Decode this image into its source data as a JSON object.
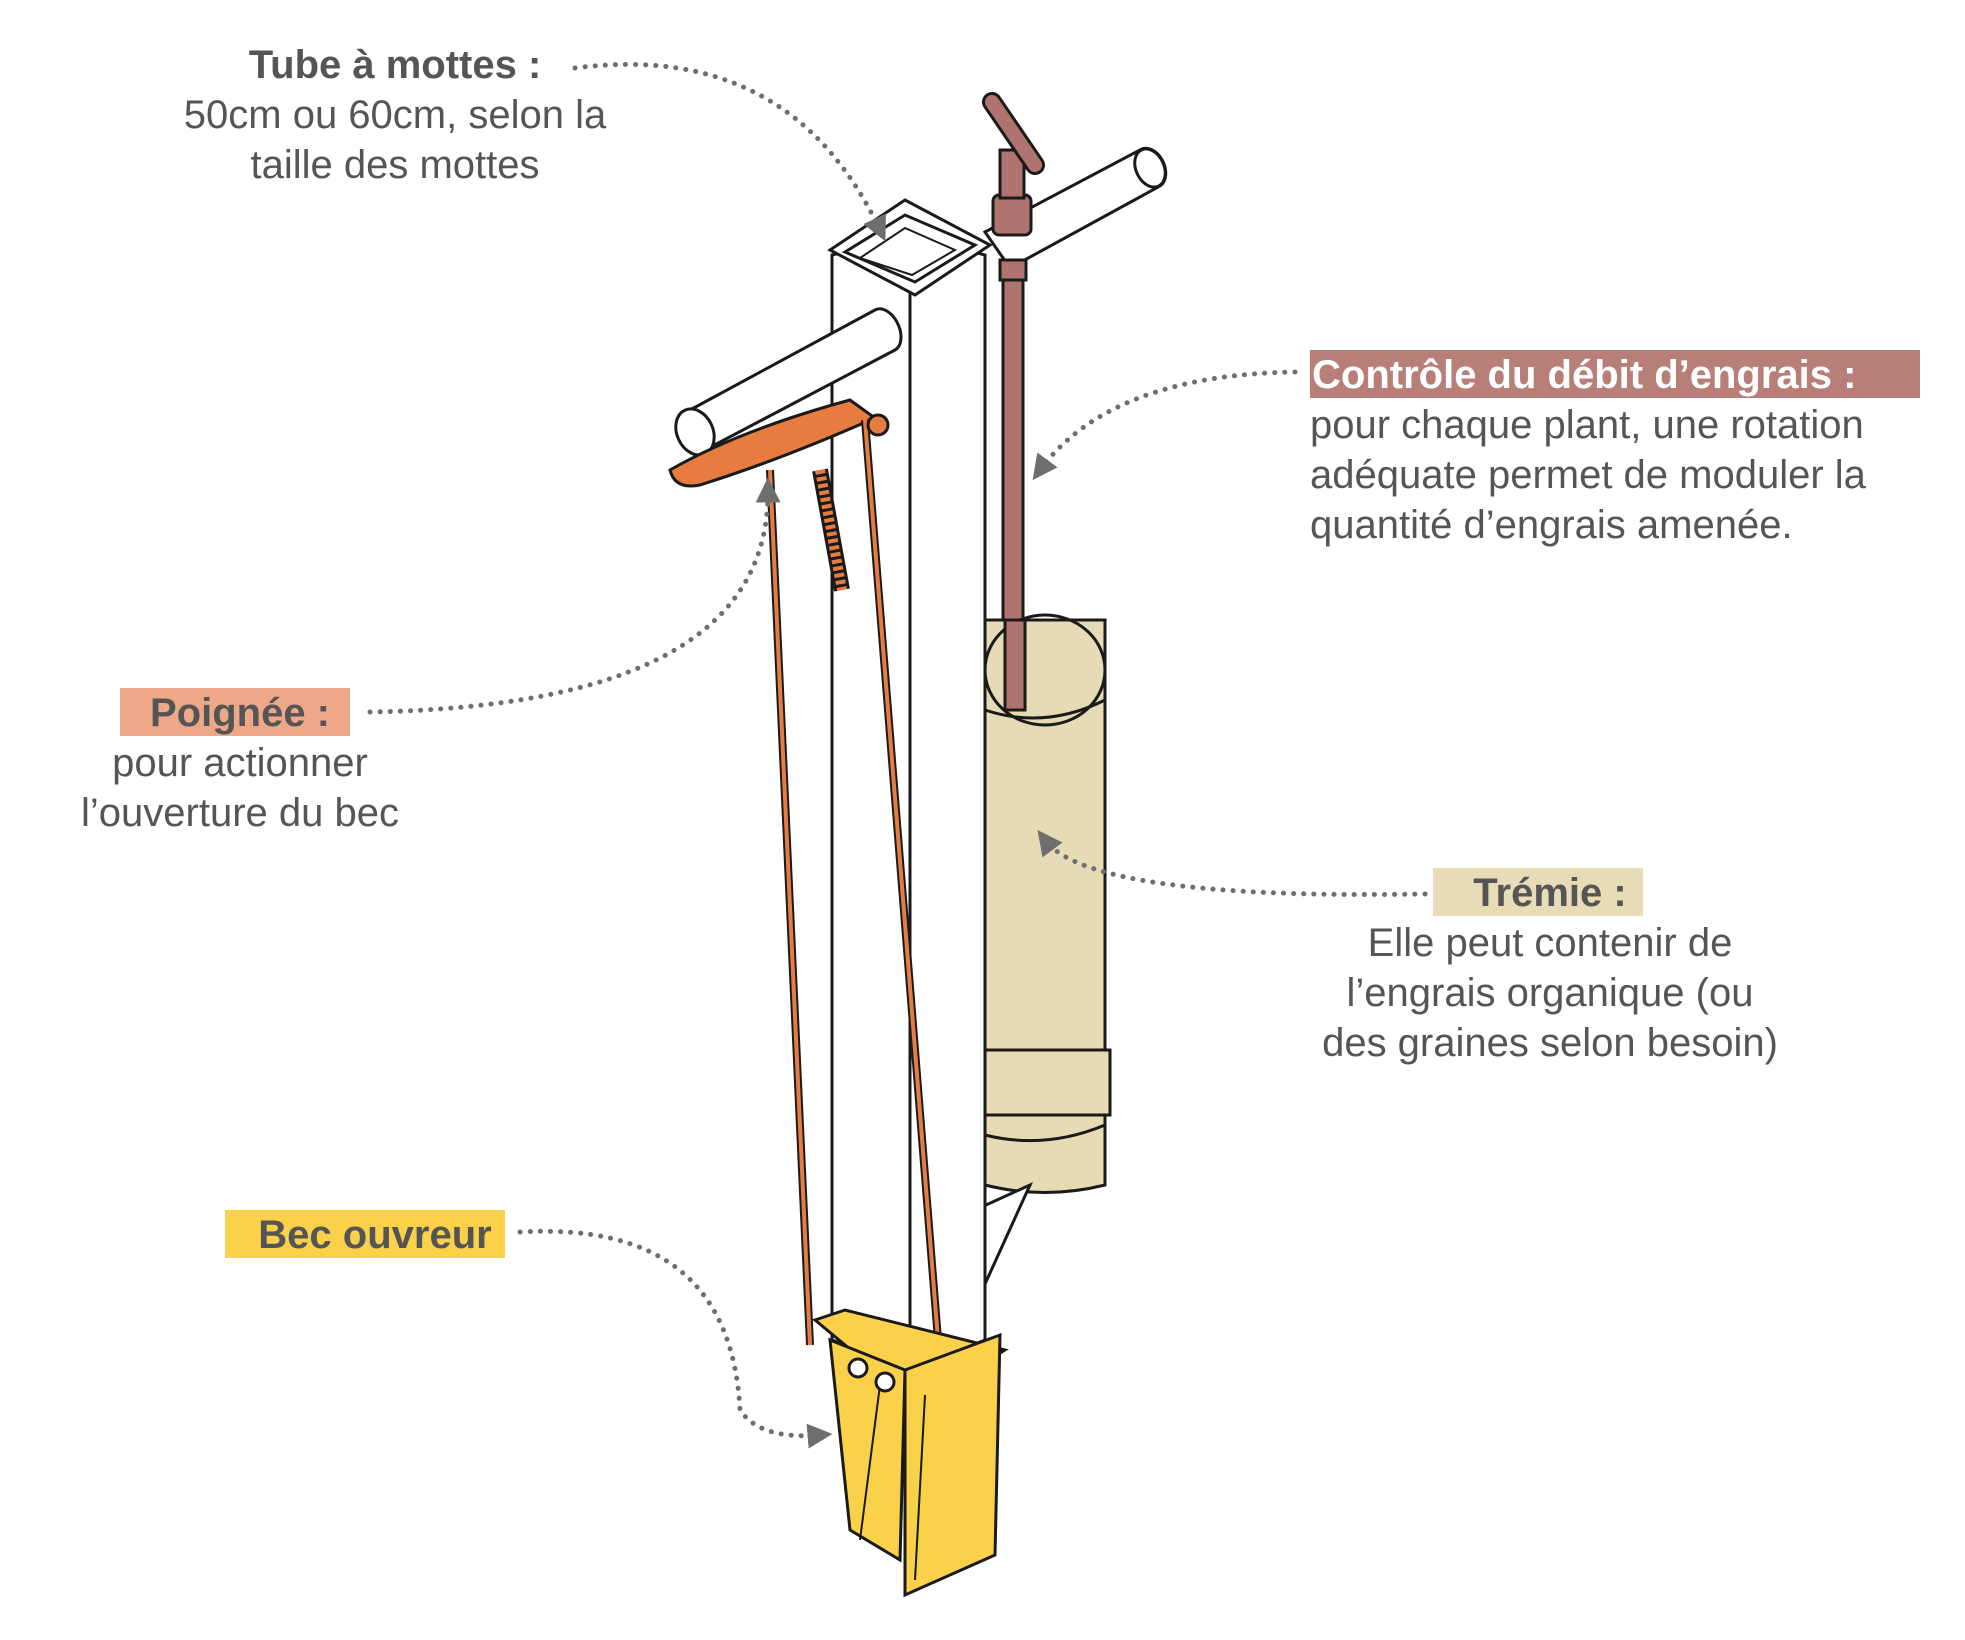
{
  "colors": {
    "text": "#555555",
    "controle_bg": "#b87e78",
    "poignee_bg": "#eea887",
    "tremie_bg": "#e7dcb6",
    "bec_bg": "#fbd149",
    "handle_orange": "#e67c3f",
    "rod_brown": "#b07470",
    "hopper_fill": "#e6dbb4",
    "bec_yellow": "#fbd149",
    "outline": "#1a1a1a",
    "arrow_dots": "#6e6e6e"
  },
  "labels": {
    "tube": {
      "title": "Tube à mottes :",
      "description": "50cm ou 60cm, selon la taille des mottes"
    },
    "controle": {
      "title": "Contrôle du débit d’engrais :",
      "description": "pour chaque plant, une rotation adéquate permet de moduler la quantité d’engrais amenée."
    },
    "poignee": {
      "title": "Poignée :",
      "description": "pour actionner l’ouverture du bec"
    },
    "tremie": {
      "title": "Trémie :",
      "description": "Elle peut contenir de l’engrais organique (ou des graines selon besoin)"
    },
    "bec": {
      "title": "Bec ouvreur"
    }
  }
}
